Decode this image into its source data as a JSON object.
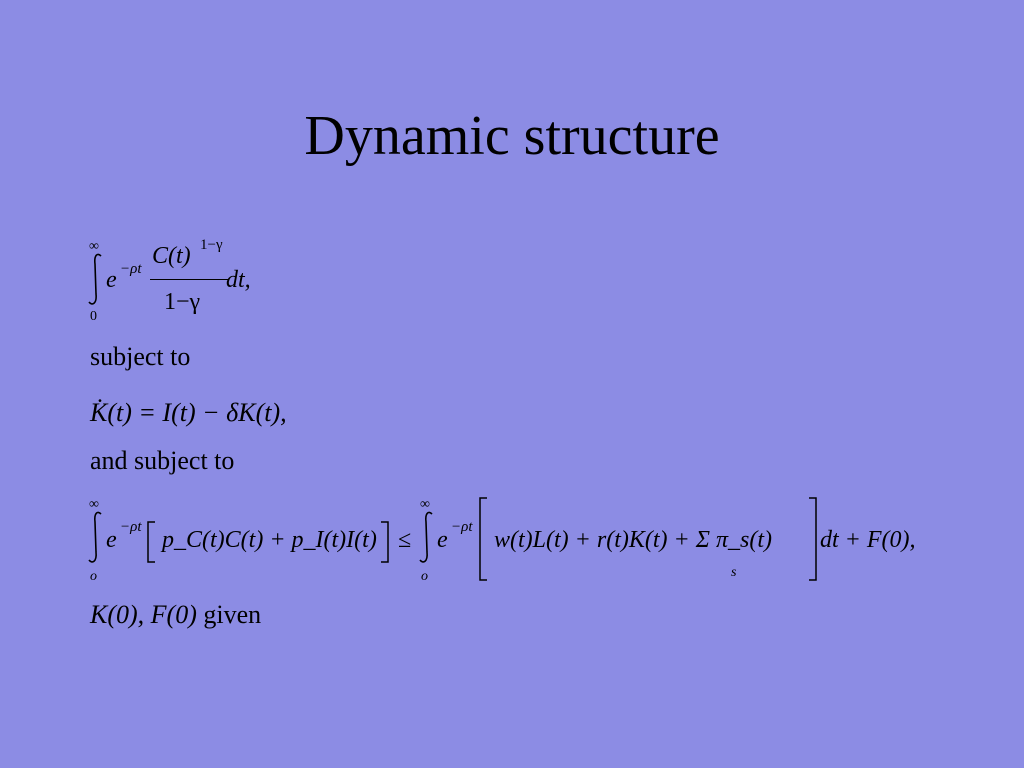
{
  "slide": {
    "title": "Dynamic structure",
    "text_subject_to": "subject to",
    "text_and_subject_to": "and subject to",
    "text_given": "given"
  },
  "eq1": {
    "upper_limit": "∞",
    "lower_limit": "0",
    "exp": "e",
    "exp_sup": "−ρt",
    "numerator": "C(t)",
    "numerator_sup": "1−γ",
    "denominator": "1−γ",
    "tail": "dt,"
  },
  "eq2": {
    "lhs": "K̇(t) = I(t) − δK(t),"
  },
  "eq3": {
    "upper_limit_left": "∞",
    "lower_limit_left": "o",
    "exp_sup_left": "−ρt",
    "lhs_bracket": "p_C(t)C(t) + p_I(t)I(t)",
    "relation": "≤",
    "upper_limit_right": "∞",
    "lower_limit_right": "o",
    "exp_sup_right": "−ρt",
    "rhs_bracket": "w(t)L(t) + r(t)K(t) + Σ π_s(t)",
    "sum_sub": "s",
    "tail": "dt + F(0),"
  },
  "eq4": {
    "expr": "K(0), F(0)"
  }
}
